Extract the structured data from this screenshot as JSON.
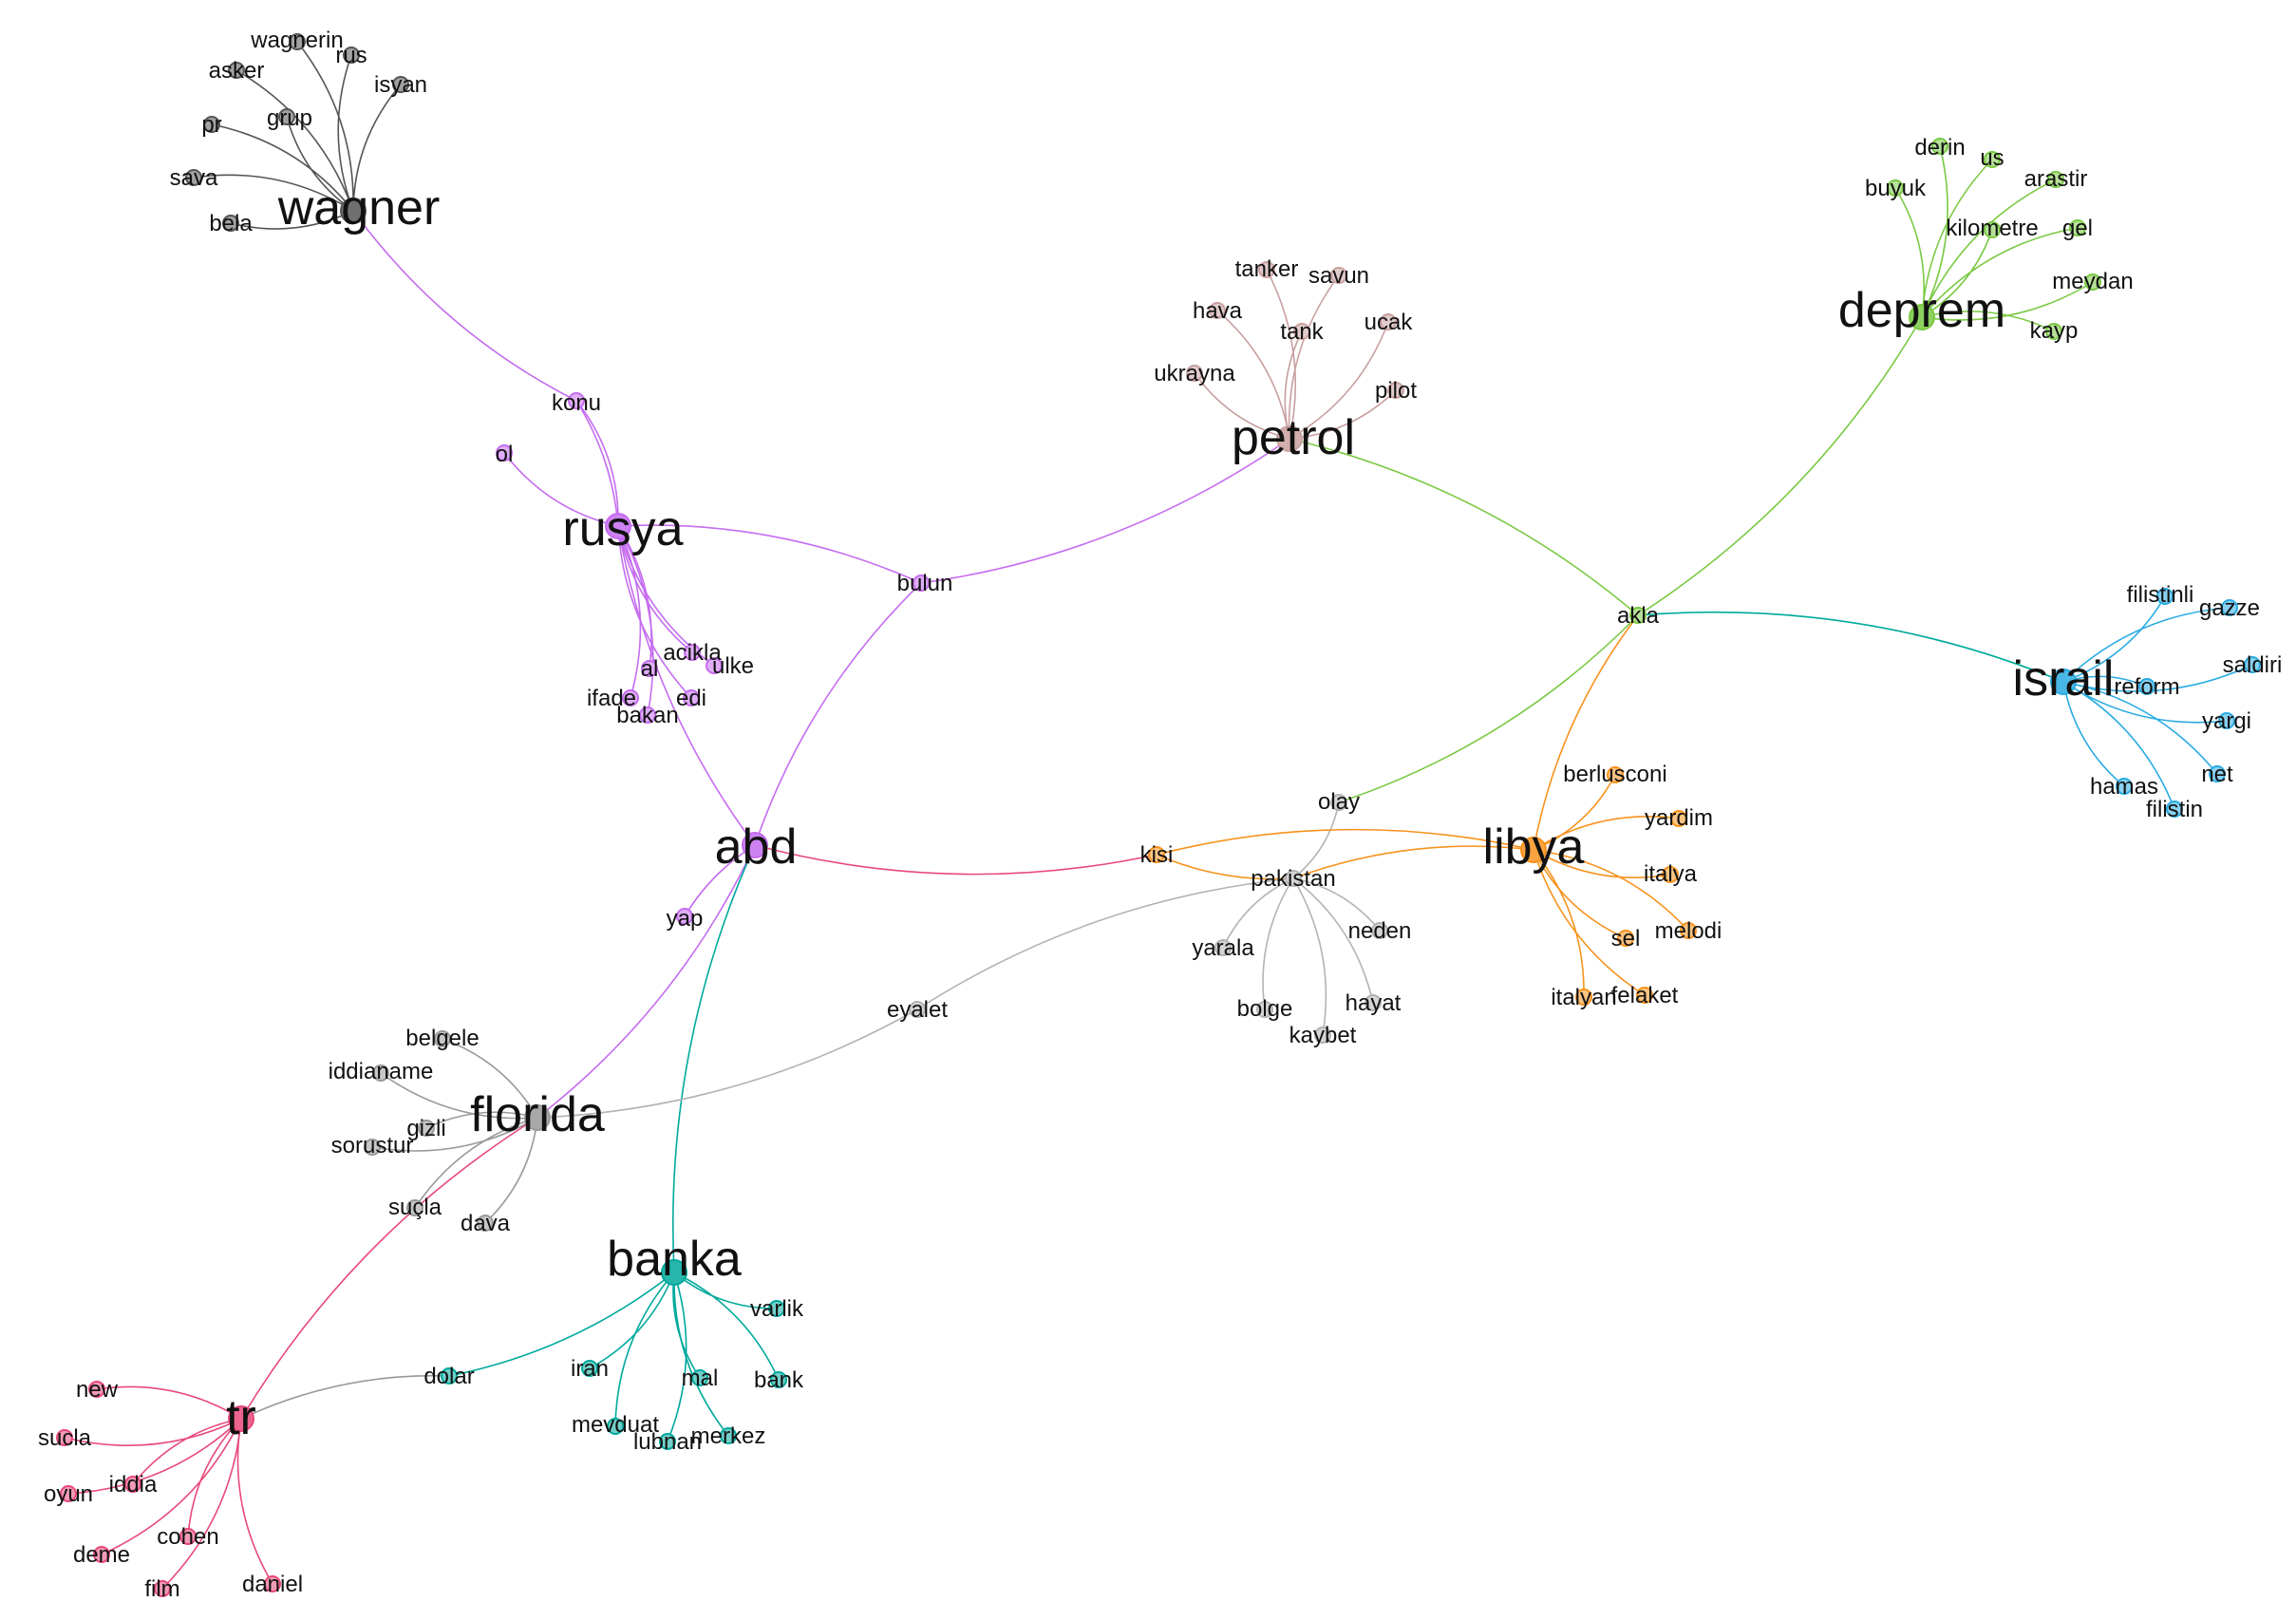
{
  "colors": {
    "wagner": "#555555",
    "rusya": "#c56cf0",
    "petrol": "#c9a0a0",
    "deprem": "#7ac943",
    "israil": "#29abe2",
    "libya": "#f7931e",
    "pakistan": "#b3b3b3",
    "florida": "#999999",
    "banka": "#00a99d",
    "tr": "#e8497a"
  },
  "clusters": [
    {
      "id": "wagner",
      "hub": "wagner",
      "color_key": "wagner",
      "leaves": [
        "wagnerin",
        "rus",
        "asker",
        "isyan",
        "pr",
        "grup",
        "sava",
        "bela"
      ]
    },
    {
      "id": "rusya",
      "hub": "rusya",
      "color_key": "rusya",
      "leaves": [
        "konu",
        "ol",
        "acikla",
        "al",
        "ulke",
        "ifade",
        "edi",
        "bakan"
      ]
    },
    {
      "id": "petrol",
      "hub": "petrol",
      "color_key": "petrol",
      "leaves": [
        "tanker",
        "savun",
        "hava",
        "tank",
        "ucak",
        "ukrayna",
        "pilot"
      ]
    },
    {
      "id": "deprem",
      "hub": "deprem",
      "color_key": "deprem",
      "leaves": [
        "derin",
        "us",
        "buyuk",
        "arastir",
        "kilometre",
        "gel",
        "meydan",
        "kayp"
      ]
    },
    {
      "id": "israil",
      "hub": "israil",
      "color_key": "israil",
      "leaves": [
        "filistinli",
        "gazze",
        "saldiri",
        "reform",
        "yargi",
        "net",
        "hamas",
        "filistin"
      ]
    },
    {
      "id": "libya",
      "hub": "libya",
      "color_key": "libya",
      "leaves": [
        "berlusconi",
        "yardim",
        "italya",
        "melodi",
        "sel",
        "italyan",
        "felaket"
      ]
    },
    {
      "id": "pakistan",
      "hub": "pakistan",
      "color_key": "pakistan",
      "leaves": [
        "olay",
        "neden",
        "yarala",
        "hayat",
        "bolge",
        "kaybet"
      ]
    },
    {
      "id": "florida",
      "hub": "florida",
      "color_key": "florida",
      "leaves": [
        "belgele",
        "iddianame",
        "gizli",
        "sorustur",
        "sucla",
        "dava"
      ]
    },
    {
      "id": "banka",
      "hub": "banka",
      "color_key": "banka",
      "leaves": [
        "varlik",
        "iran",
        "mal",
        "bank",
        "mevduat",
        "lubnan",
        "merkez"
      ]
    },
    {
      "id": "tr",
      "hub": "tr",
      "color_key": "tr",
      "leaves": [
        "new",
        "sucla_tr",
        "iddia",
        "oyun",
        "cohen",
        "deme",
        "daniel",
        "film"
      ]
    }
  ],
  "labels": {
    "wagner": "wagner",
    "wagnerin": "wagnerin",
    "rus": "rus",
    "asker": "asker",
    "isyan": "isyan",
    "pr": "pr",
    "grup": "grup",
    "sava": "sava",
    "bela": "bela",
    "rusya": "rusya",
    "konu": "konu",
    "ol": "ol",
    "acikla": "acikla",
    "al": "al",
    "ulke": "ulke",
    "ifade": "ifade",
    "edi": "edi",
    "bakan": "bakan",
    "bulun": "bulun",
    "abd": "abd",
    "yap": "yap",
    "petrol": "petrol",
    "tanker": "tanker",
    "savun": "savun",
    "hava": "hava",
    "tank": "tank",
    "ucak": "ucak",
    "ukrayna": "ukrayna",
    "pilot": "pilot",
    "deprem": "deprem",
    "derin": "derin",
    "us": "us",
    "buyuk": "buyuk",
    "arastir": "arastir",
    "kilometre": "kilometre",
    "gel": "gel",
    "meydan": "meydan",
    "kayp": "kayp",
    "akla": "akla",
    "israil": "israil",
    "filistinli": "filistinli",
    "gazze": "gazze",
    "saldiri": "saldiri",
    "reform": "reform",
    "yargi": "yargi",
    "net": "net",
    "hamas": "hamas",
    "filistin": "filistin",
    "libya": "libya",
    "berlusconi": "berlusconi",
    "yardim": "yardim",
    "italya": "italya",
    "melodi": "melodi",
    "sel": "sel",
    "italyan": "italyan",
    "felaket": "felaket",
    "kisi": "kisi",
    "pakistan": "pakistan",
    "olay": "olay",
    "neden": "neden",
    "yarala": "yarala",
    "hayat": "hayat",
    "bolge": "bolge",
    "kaybet": "kaybet",
    "eyalet": "eyalet",
    "florida": "florida",
    "belgele": "belgele",
    "iddianame": "iddianame",
    "gizli": "gizli",
    "sorustur": "sorustur",
    "sucla": "suçla",
    "dava": "dava",
    "banka": "banka",
    "varlik": "varlik",
    "iran": "iran",
    "mal": "mal",
    "bank": "bank",
    "mevduat": "mevduat",
    "lubnan": "lubnan",
    "merkez": "merkez",
    "dolar": "dolar",
    "tr": "tr",
    "new": "new",
    "sucla_tr": "sucla",
    "iddia": "iddia",
    "oyun": "oyun",
    "cohen": "cohen",
    "deme": "deme",
    "daniel": "daniel",
    "film": "film"
  },
  "bridges": [
    {
      "from": "wagner",
      "to": "konu",
      "color_key": "rusya"
    },
    {
      "from": "konu",
      "to": "rusya",
      "color_key": "rusya"
    },
    {
      "from": "rusya",
      "to": "abd",
      "color_key": "rusya"
    },
    {
      "from": "abd",
      "to": "bulun",
      "color_key": "rusya"
    },
    {
      "from": "bulun",
      "to": "petrol",
      "color_key": "rusya"
    },
    {
      "from": "rusya",
      "to": "bulun",
      "color_key": "rusya"
    },
    {
      "from": "abd",
      "to": "yap",
      "color_key": "rusya"
    },
    {
      "from": "abd",
      "to": "florida",
      "color_key": "rusya"
    },
    {
      "from": "abd",
      "to": "kisi",
      "color_key": "tr"
    },
    {
      "from": "kisi",
      "to": "libya",
      "color_key": "libya"
    },
    {
      "from": "kisi",
      "to": "pakistan",
      "color_key": "libya"
    },
    {
      "from": "pakistan",
      "to": "libya",
      "color_key": "libya"
    },
    {
      "from": "abd",
      "to": "banka",
      "color_key": "banka"
    },
    {
      "from": "petrol",
      "to": "akla",
      "color_key": "deprem"
    },
    {
      "from": "akla",
      "to": "deprem",
      "color_key": "deprem"
    },
    {
      "from": "akla",
      "to": "israil",
      "color_key": "banka"
    },
    {
      "from": "akla",
      "to": "libya",
      "color_key": "libya"
    },
    {
      "from": "akla",
      "to": "olay",
      "color_key": "deprem"
    },
    {
      "from": "florida",
      "to": "eyalet",
      "color_key": "pakistan"
    },
    {
      "from": "eyalet",
      "to": "pakistan",
      "color_key": "pakistan"
    },
    {
      "from": "florida",
      "to": "tr",
      "color_key": "tr"
    },
    {
      "from": "tr",
      "to": "dolar",
      "color_key": "florida"
    },
    {
      "from": "dolar",
      "to": "banka",
      "color_key": "banka"
    }
  ],
  "extra_nodes": [
    {
      "id": "bulun",
      "color_key": "rusya"
    },
    {
      "id": "abd",
      "color_key": "rusya"
    },
    {
      "id": "yap",
      "color_key": "rusya"
    },
    {
      "id": "akla",
      "color_key": "deprem"
    },
    {
      "id": "kisi",
      "color_key": "libya"
    },
    {
      "id": "eyalet",
      "color_key": "pakistan"
    },
    {
      "id": "dolar",
      "color_key": "banka"
    }
  ]
}
